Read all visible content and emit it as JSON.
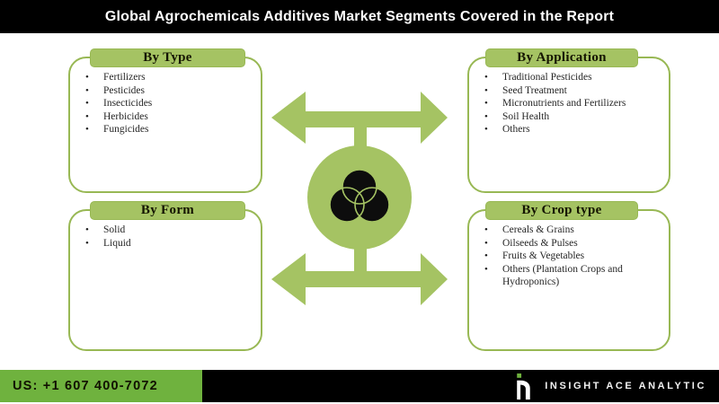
{
  "title": "Global Agrochemicals Additives Market Segments Covered in the Report",
  "boxes": {
    "type": {
      "title": "By Type",
      "items": [
        "Fertilizers",
        "Pesticides",
        "Insecticides",
        "Herbicides",
        "Fungicides"
      ]
    },
    "application": {
      "title": "By Application",
      "items": [
        "Traditional Pesticides",
        "Seed Treatment",
        "Micronutrients and Fertilizers",
        "Soil Health",
        "Others"
      ]
    },
    "form": {
      "title": "By Form",
      "items": [
        "Solid",
        "Liquid"
      ]
    },
    "crop": {
      "title": "By Crop type",
      "items": [
        "Cereals & Grains",
        "Oilseeds & Pulses",
        "Fruits & Vegetables",
        "Others (Plantation Crops and Hydroponics)"
      ]
    }
  },
  "center": {
    "icon": "venn-diagram-icon",
    "arrows": "double-headed-arrow-icon"
  },
  "footer": {
    "phone": "US: +1 607 400-7072",
    "brand": "INSIGHT ACE ANALYTIC",
    "logo": "insight-ace-analytic-logo"
  },
  "colors": {
    "olive": "#a5c363",
    "olive_border": "#98b854",
    "footer_green": "#6fb23e",
    "bar_black": "#000000",
    "text_dark": "#262626",
    "title_white": "#ffffff"
  }
}
